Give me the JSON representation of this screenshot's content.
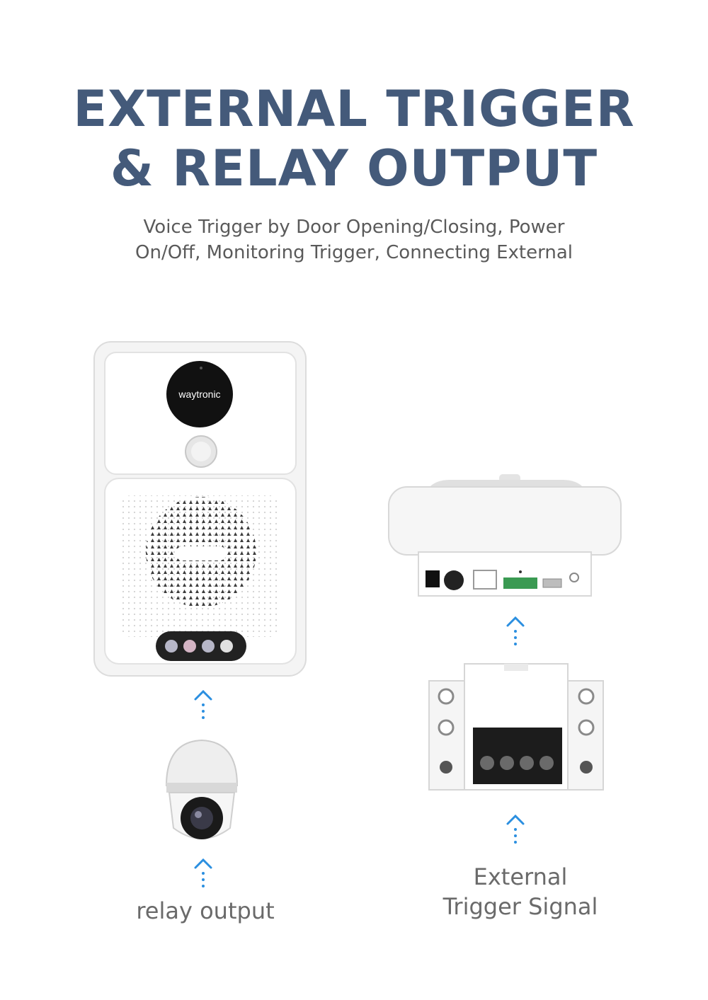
{
  "header": {
    "title_line1": "EXTERNAL TRIGGER",
    "title_line2": "& RELAY OUTPUT",
    "subtitle_line1": "Voice Trigger by Door Opening/Closing, Power",
    "subtitle_line2": "On/Off, Monitoring Trigger, Connecting External"
  },
  "product": {
    "brand": "waytronic"
  },
  "labels": {
    "relay_output": "relay output",
    "trigger_line1": "External",
    "trigger_line2": "Trigger Signal"
  },
  "icons": {
    "arrow": "arrow-up-dotted-icon"
  },
  "colors": {
    "title": "#445a7a",
    "arrow": "#2b8fe0",
    "label": "#6a6a6a"
  }
}
